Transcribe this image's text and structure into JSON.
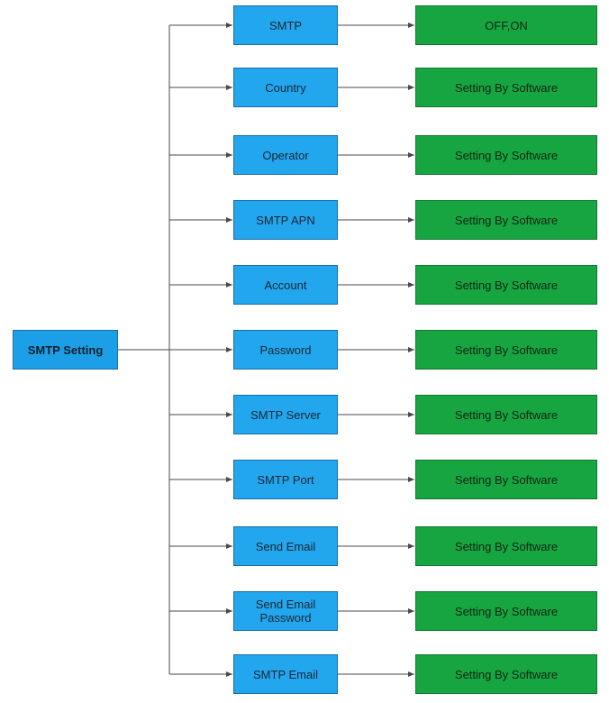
{
  "root": {
    "label": "SMTP Setting"
  },
  "colors": {
    "param_fill": "#22a6ee",
    "value_fill": "#17a541",
    "connector": "#4a4a4a"
  },
  "rows": [
    {
      "param": "SMTP",
      "value": "OFF,ON"
    },
    {
      "param": "Country",
      "value": "Setting By Software"
    },
    {
      "param": "Operator",
      "value": "Setting By Software"
    },
    {
      "param": "SMTP APN",
      "value": "Setting By Software"
    },
    {
      "param": "Account",
      "value": "Setting By Software"
    },
    {
      "param": "Password",
      "value": "Setting By Software"
    },
    {
      "param": "SMTP Server",
      "value": "Setting By Software"
    },
    {
      "param": "SMTP Port",
      "value": "Setting By Software"
    },
    {
      "param": "Send Email",
      "value": "Setting By Software"
    },
    {
      "param": "Send Email Password",
      "param_lines": [
        "Send Email",
        "Password"
      ],
      "value": "Setting By Software"
    },
    {
      "param": "SMTP Email",
      "value": "Setting By Software"
    }
  ]
}
